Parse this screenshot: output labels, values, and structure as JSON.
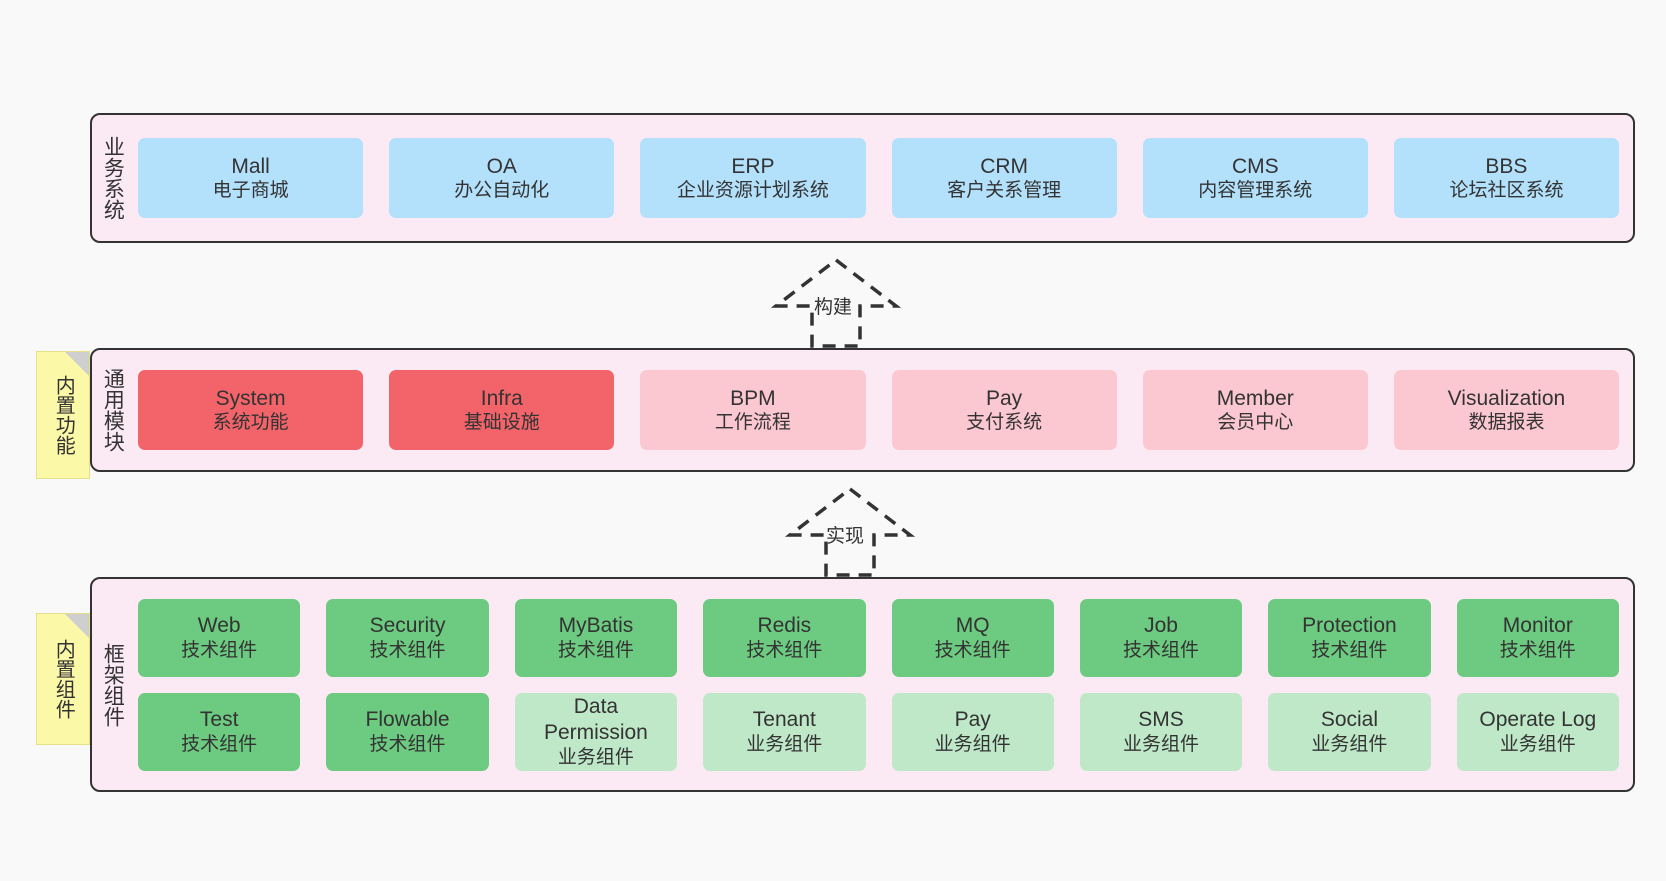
{
  "diagram": {
    "background": "#f9f9f9",
    "band_fill": "#fbeaf4",
    "band_border": "#333333",
    "note_fill": "#fbf8a8"
  },
  "layers": [
    {
      "id": "business",
      "title": "业务系统",
      "note": null,
      "rows": [
        {
          "cells": [
            {
              "en": "Mall",
              "cn": "电子商城",
              "color": "#b3e0fb"
            },
            {
              "en": "OA",
              "cn": "办公自动化",
              "color": "#b3e0fb"
            },
            {
              "en": "ERP",
              "cn": "企业资源计划系统",
              "color": "#b3e0fb"
            },
            {
              "en": "CRM",
              "cn": "客户关系管理",
              "color": "#b3e0fb"
            },
            {
              "en": "CMS",
              "cn": "内容管理系统",
              "color": "#b3e0fb"
            },
            {
              "en": "BBS",
              "cn": "论坛社区系统",
              "color": "#b3e0fb"
            }
          ]
        }
      ]
    },
    {
      "id": "module",
      "title": "通用模块",
      "note": "内置功能",
      "rows": [
        {
          "cells": [
            {
              "en": "System",
              "cn": "系统功能",
              "color": "#f2646a"
            },
            {
              "en": "Infra",
              "cn": "基础设施",
              "color": "#f2646a"
            },
            {
              "en": "BPM",
              "cn": "工作流程",
              "color": "#fbc7d1"
            },
            {
              "en": "Pay",
              "cn": "支付系统",
              "color": "#fbc7d1"
            },
            {
              "en": "Member",
              "cn": "会员中心",
              "color": "#fbc7d1"
            },
            {
              "en": "Visualization",
              "cn": "数据报表",
              "color": "#fbc7d1"
            }
          ]
        }
      ]
    },
    {
      "id": "framework",
      "title": "框架组件",
      "note": "内置组件",
      "rows": [
        {
          "cells": [
            {
              "en": "Web",
              "cn": "技术组件",
              "color": "#6dcb81"
            },
            {
              "en": "Security",
              "cn": "技术组件",
              "color": "#6dcb81"
            },
            {
              "en": "MyBatis",
              "cn": "技术组件",
              "color": "#6dcb81"
            },
            {
              "en": "Redis",
              "cn": "技术组件",
              "color": "#6dcb81"
            },
            {
              "en": "MQ",
              "cn": "技术组件",
              "color": "#6dcb81"
            },
            {
              "en": "Job",
              "cn": "技术组件",
              "color": "#6dcb81"
            },
            {
              "en": "Protection",
              "cn": "技术组件",
              "color": "#6dcb81"
            },
            {
              "en": "Monitor",
              "cn": "技术组件",
              "color": "#6dcb81"
            }
          ]
        },
        {
          "cells": [
            {
              "en": "Test",
              "cn": "技术组件",
              "color": "#6dcb81"
            },
            {
              "en": "Flowable",
              "cn": "技术组件",
              "color": "#6dcb81"
            },
            {
              "en": "Data Permission",
              "cn": "业务组件",
              "color": "#bfe8c8"
            },
            {
              "en": "Tenant",
              "cn": "业务组件",
              "color": "#bfe8c8"
            },
            {
              "en": "Pay",
              "cn": "业务组件",
              "color": "#bfe8c8"
            },
            {
              "en": "SMS",
              "cn": "业务组件",
              "color": "#bfe8c8"
            },
            {
              "en": "Social",
              "cn": "业务组件",
              "color": "#bfe8c8"
            },
            {
              "en": "Operate Log",
              "cn": "业务组件",
              "color": "#bfe8c8"
            }
          ]
        }
      ]
    }
  ],
  "arrows": [
    {
      "id": "build",
      "label": "构建"
    },
    {
      "id": "impl",
      "label": "实现"
    }
  ]
}
